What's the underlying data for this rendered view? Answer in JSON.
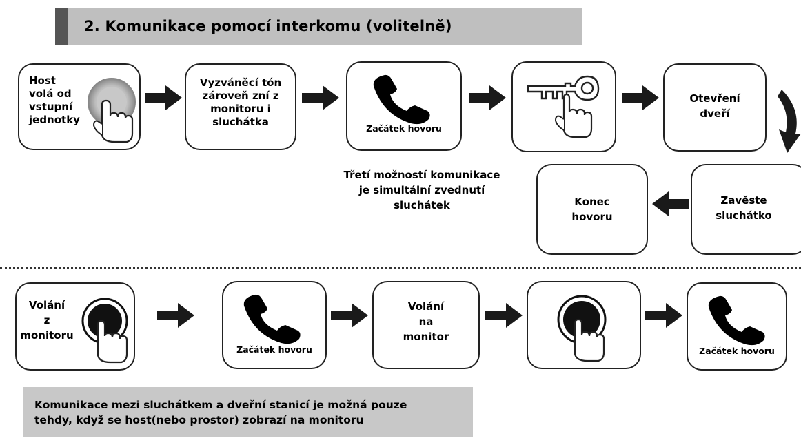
{
  "header": {
    "title": "2. Komunikace pomocí interkomu (volitelně)"
  },
  "row1": {
    "step1": [
      "Host",
      "volá od",
      "vstupní",
      "jednotky"
    ],
    "step2": [
      "Vyzváněcí tón",
      "zároveň zní z",
      "monitoru i",
      "sluchátka"
    ],
    "step3_caption": "Začátek hovoru",
    "step5": [
      "Otevření",
      "dveří"
    ],
    "step6": [
      "Zavěste",
      "sluchátko"
    ],
    "step7": [
      "Konec",
      "hovoru"
    ]
  },
  "note_middle": [
    "Třetí možností komunikace",
    "je simultální zvednutí",
    "sluchátek"
  ],
  "row2": {
    "step1": [
      "Volání",
      "z",
      "monitoru"
    ],
    "step2_caption": "Začátek hovoru",
    "step3": [
      "Volání",
      "na",
      "monitor"
    ],
    "step5_caption": "Začátek hovoru"
  },
  "footer_note": [
    "Komunikace mezi sluchátkem a dveřní stanicí je možná pouze",
    "tehdy, když se host(nebo prostor) zobrazí na monitoru"
  ],
  "colors": {
    "title_bg": "#bfbfbf",
    "note_bg": "#c8c8c8",
    "ink": "#000000"
  }
}
